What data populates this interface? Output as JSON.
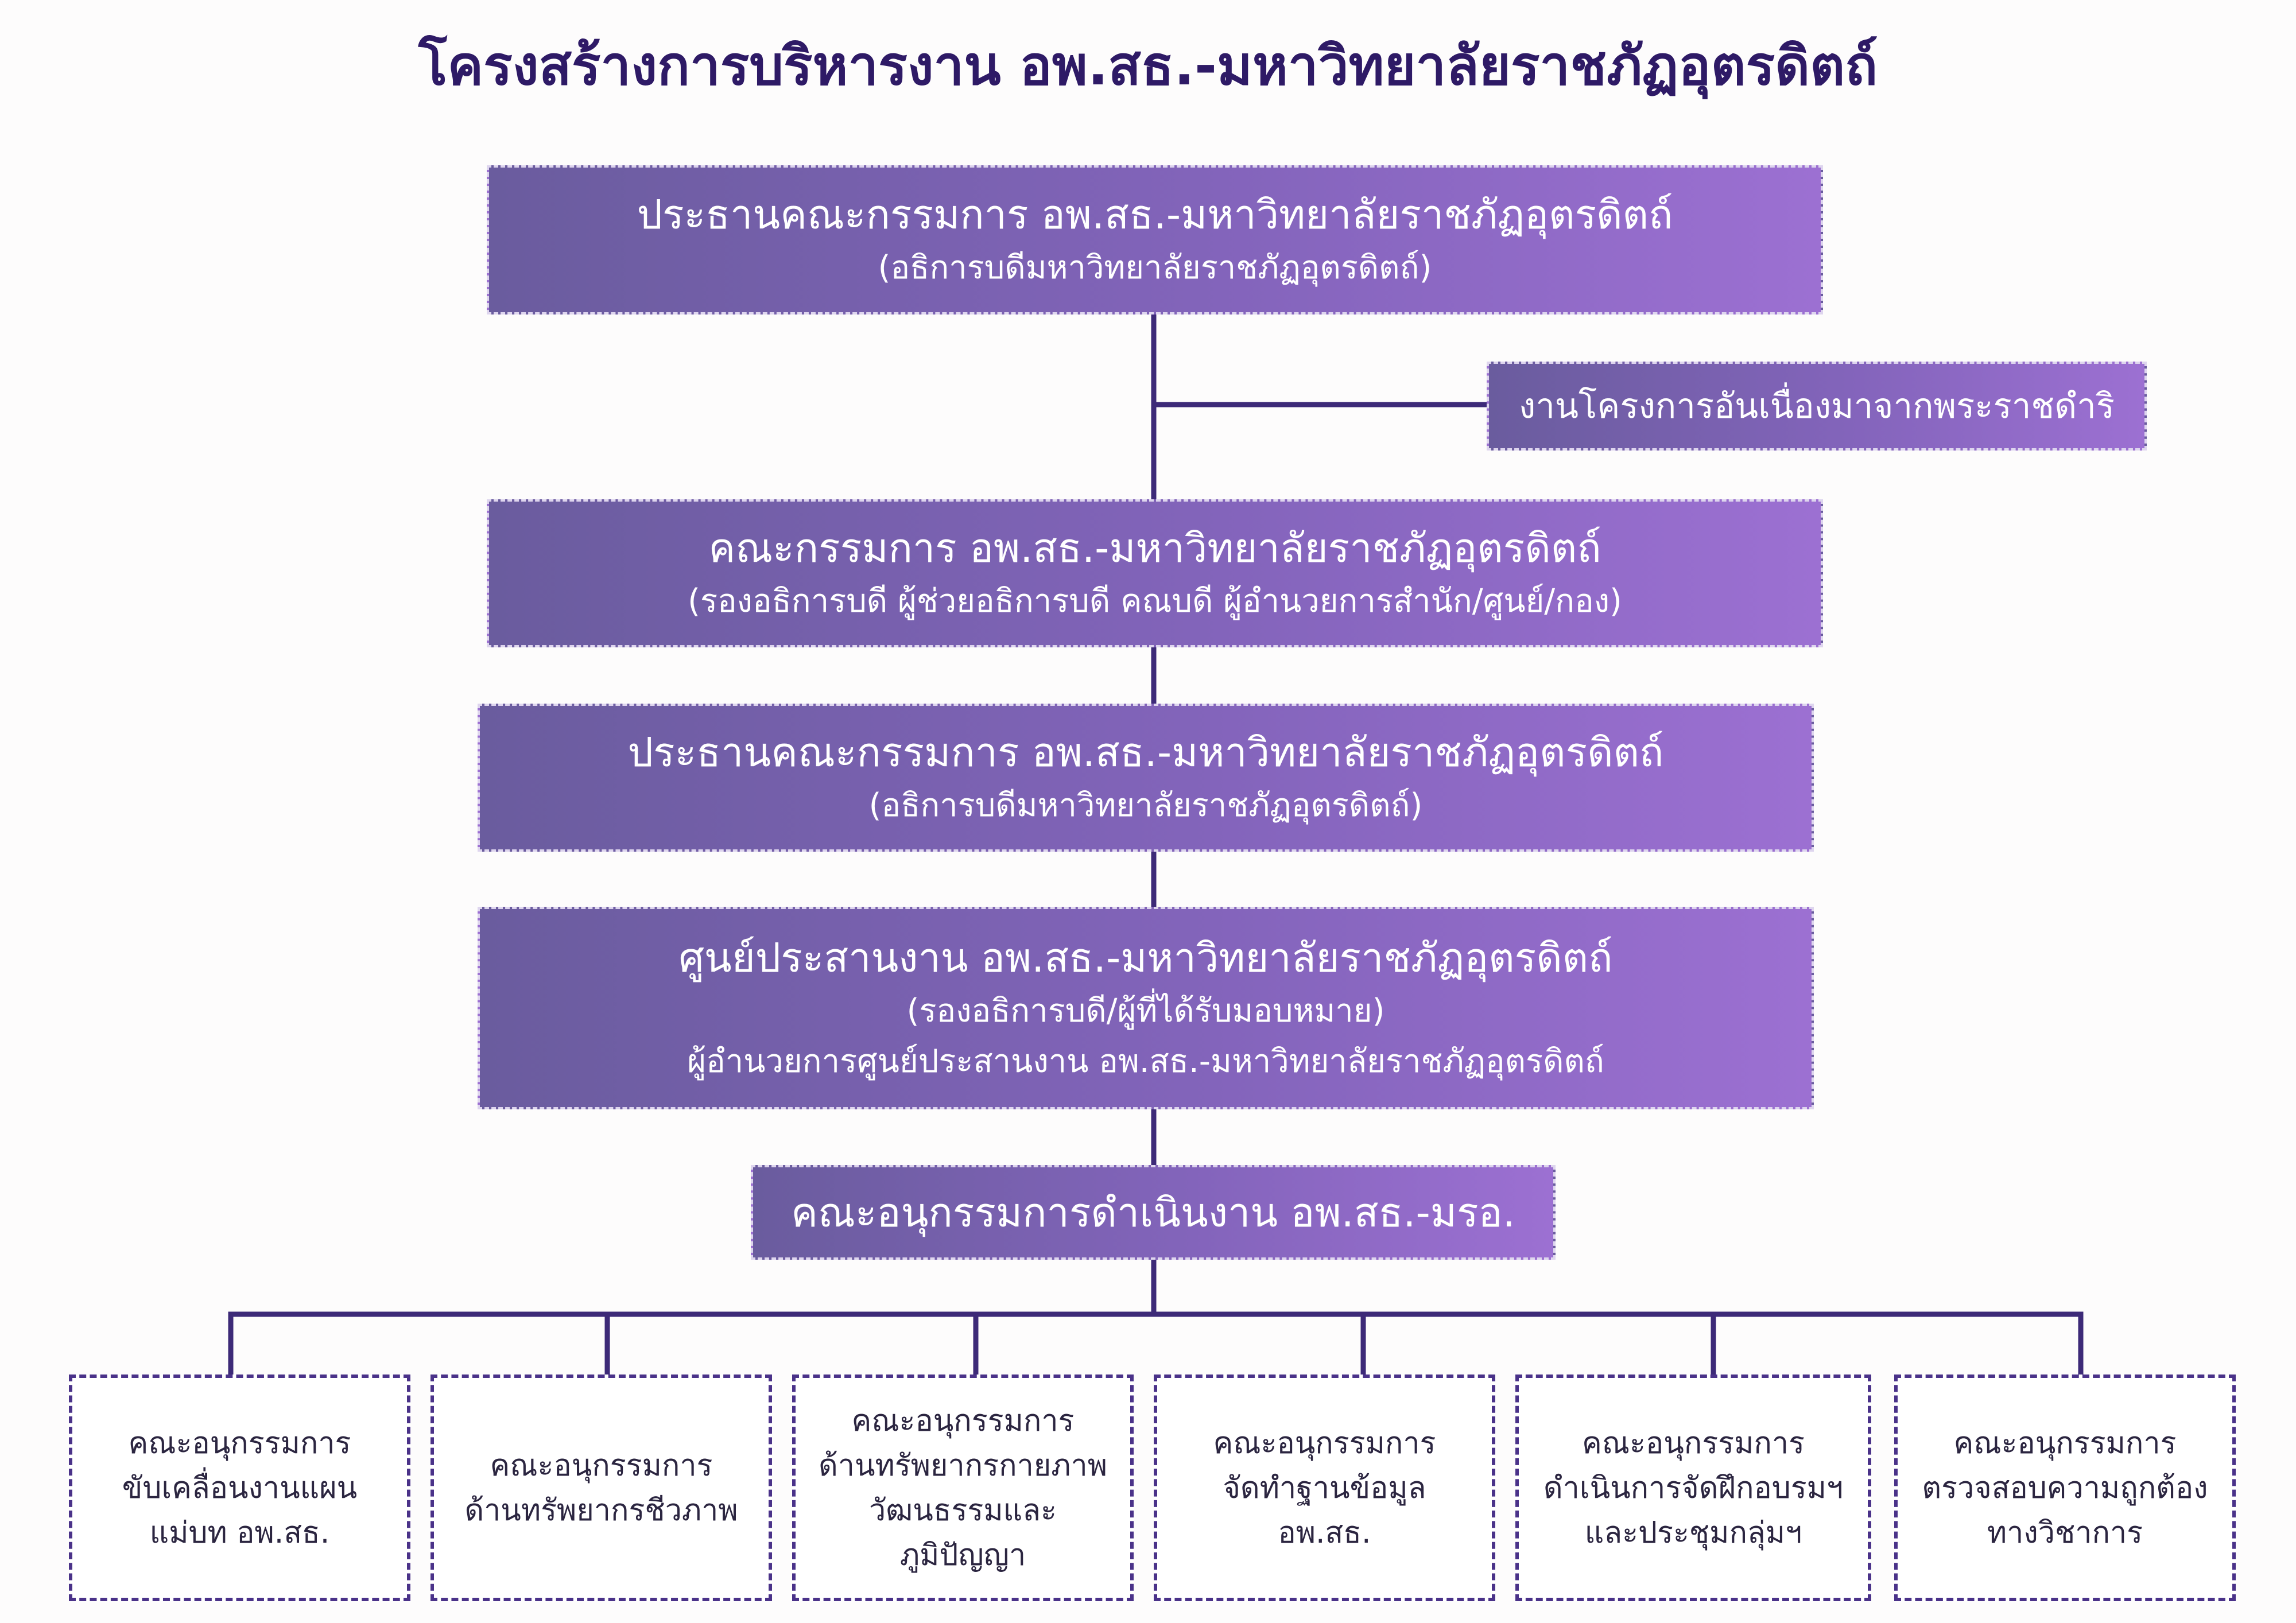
{
  "title": "โครงสร้างการบริหารงาน อพ.สธ.-มหาวิทยาลัยราชภัฏอุตรดิตถ์",
  "boxes": {
    "chairman_top": {
      "line1": "ประธานคณะกรรมการ อพ.สธ.-มหาวิทยาลัยราชภัฏอุตรดิตถ์",
      "line2": "(อธิการบดีมหาวิทยาลัยราชภัฏอุตรดิตถ์)"
    },
    "royal_projects": {
      "line1": "งานโครงการอันเนื่องมาจากพระราชดำริ"
    },
    "committee": {
      "line1": "คณะกรรมการ อพ.สธ.-มหาวิทยาลัยราชภัฏอุตรดิตถ์",
      "line2": "(รองอธิการบดี ผู้ช่วยอธิการบดี คณบดี ผู้อำนวยการสำนัก/ศูนย์/กอง)"
    },
    "chairman_second": {
      "line1": "ประธานคณะกรรมการ อพ.สธ.-มหาวิทยาลัยราชภัฏอุตรดิตถ์",
      "line2": "(อธิการบดีมหาวิทยาลัยราชภัฏอุตรดิตถ์)"
    },
    "coordination_center": {
      "line1": "ศูนย์ประสานงาน อพ.สธ.-มหาวิทยาลัยราชภัฏอุตรดิตถ์",
      "line2": "(รองอธิการบดี/ผู้ที่ได้รับมอบหมาย)",
      "line3": "ผู้อำนวยการศูนย์ประสานงาน อพ.สธ.-มหาวิทยาลัยราชภัฏอุตรดิตถ์"
    },
    "operating_subcommittee": {
      "line1": "คณะอนุกรรมการดำเนินงาน อพ.สธ.-มรอ."
    }
  },
  "subcommittees": [
    {
      "lines": [
        "คณะอนุกรรมการ",
        "ขับเคลื่อนงานแผน",
        "แม่บท อพ.สธ."
      ]
    },
    {
      "lines": [
        "คณะอนุกรรมการ",
        "ด้านทรัพยากรชีวภาพ"
      ]
    },
    {
      "lines": [
        "คณะอนุกรรมการ",
        "ด้านทรัพยากรกายภาพ",
        "วัฒนธรรมและ",
        "ภูมิปัญญา"
      ]
    },
    {
      "lines": [
        "คณะอนุกรรมการ",
        "จัดทำฐานข้อมูล",
        "อพ.สธ."
      ]
    },
    {
      "lines": [
        "คณะอนุกรรมการ",
        "ดำเนินการจัดฝึกอบรมฯ",
        "และประชุมกลุ่มฯ"
      ]
    },
    {
      "lines": [
        "คณะอนุกรรมการ",
        "ตรวจสอบความถูกต้อง",
        "ทางวิชาการ"
      ]
    }
  ],
  "colors": {
    "connector": "#3d2a78",
    "box_gradient_start": "#6a5c9e",
    "box_gradient_end": "#9c70d2",
    "title": "#2e1a66"
  }
}
